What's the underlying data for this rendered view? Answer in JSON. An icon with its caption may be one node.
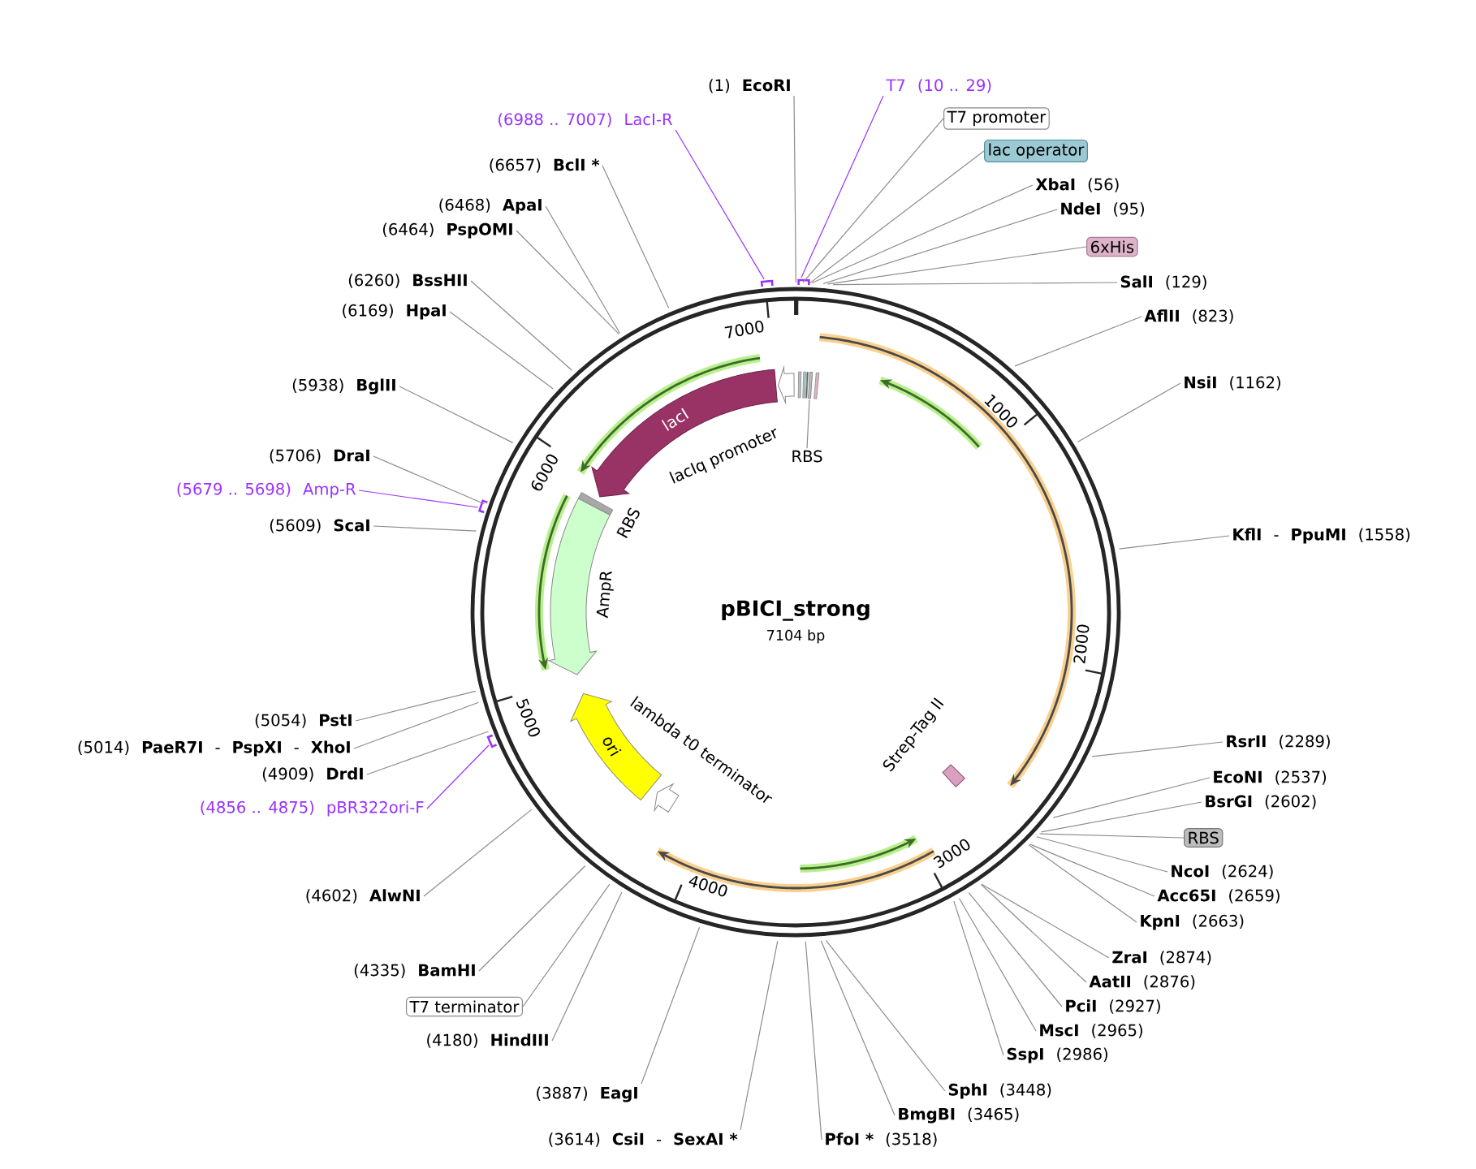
{
  "diagram": {
    "title": "pBICI_strong",
    "nodes": [
      {
        "text": [
          "(1)",
          "EcoRI"
        ]
      },
      {
        "text": [
          "T7",
          "(10 .. 29)"
        ]
      },
      {
        "text": [
          "T7 promoter"
        ]
      },
      {
        "text": [
          "lac operator"
        ]
      },
      {
        "text": [
          "XbaI",
          "(56)"
        ]
      },
      {
        "text": [
          "NdeI",
          "(95)"
        ]
      },
      {
        "text": [
          "6xHis"
        ]
      },
      {
        "text": [
          "SalI",
          "(129)"
        ]
      },
      {
        "text": [
          "AflII",
          "(823)"
        ]
      },
      {
        "text": [
          "NsiI",
          "(1162)"
        ]
      },
      {
        "text": [
          "KflI",
          "-",
          "PpuMI",
          "(1558)"
        ]
      },
      {
        "text": [
          "RsrII",
          "(2289)"
        ]
      },
      {
        "text": [
          "EcoNI",
          "(2537)"
        ]
      },
      {
        "text": [
          "BsrGI",
          "(2602)"
        ]
      },
      {
        "text": [
          "RBS"
        ]
      },
      {
        "text": [
          "NcoI",
          "(2624)"
        ]
      },
      {
        "text": [
          "Acc65I",
          "(2659)"
        ]
      },
      {
        "text": [
          "KpnI",
          "(2663)"
        ]
      },
      {
        "text": [
          "ZraI",
          "(2874)"
        ]
      },
      {
        "text": [
          "AatII",
          "(2876)"
        ]
      },
      {
        "text": [
          "PciI",
          "(2927)"
        ]
      },
      {
        "text": [
          "MscI",
          "(2965)"
        ]
      },
      {
        "text": [
          "SspI",
          "(2986)"
        ]
      },
      {
        "text": [
          "SphI",
          "(3448)"
        ]
      },
      {
        "text": [
          "BmgBI",
          "(3465)"
        ]
      },
      {
        "text": [
          "PfoI *",
          "(3518)"
        ]
      },
      {
        "text": [
          "(3614)",
          "CsiI",
          "-",
          "SexAI *"
        ]
      },
      {
        "text": [
          "(3887)",
          "EagI"
        ]
      },
      {
        "text": [
          "(4180)",
          "HindIII"
        ]
      },
      {
        "text": [
          "T7 terminator"
        ]
      },
      {
        "text": [
          "(4335)",
          "BamHI"
        ]
      },
      {
        "text": [
          "(4602)",
          "AlwNI"
        ]
      },
      {
        "text": [
          "(4856 .. 4875)",
          "pBR322ori-F"
        ]
      },
      {
        "text": [
          "(4909)",
          "DrdI"
        ]
      },
      {
        "text": [
          "(5014)",
          "PaeR7I",
          "-",
          "PspXI",
          "-",
          "XhoI"
        ]
      },
      {
        "text": [
          "(5054)",
          "PstI"
        ]
      },
      {
        "text": [
          "(5609)",
          "ScaI"
        ]
      },
      {
        "text": [
          "(5679 .. 5698)",
          "Amp-R"
        ]
      },
      {
        "text": [
          "(5706)",
          "DraI"
        ]
      },
      {
        "text": [
          "(5938)",
          "BglII"
        ]
      },
      {
        "text": [
          "(6169)",
          "HpaI"
        ]
      },
      {
        "text": [
          "(6260)",
          "BssHII"
        ]
      },
      {
        "text": [
          "(6464)",
          "PspOMI"
        ]
      },
      {
        "text": [
          "(6468)",
          "ApaI"
        ]
      },
      {
        "text": [
          "(6657)",
          "BclI *"
        ]
      },
      {
        "text": [
          "(6988 .. 7007)",
          "LacI-R"
        ]
      },
      {
        "text": [],
        "shape": "arrow"
      },
      {
        "text": [
          "RBS"
        ]
      },
      {
        "text": [
          "lacI"
        ]
      },
      {
        "text": [],
        "shape": "box",
        "beside": [
          "RBS"
        ]
      },
      {
        "text": [],
        "shape": "arrow",
        "beside": [
          "AmpR"
        ]
      },
      {
        "text": [
          "ori"
        ]
      },
      {
        "text": [],
        "shape": "arrow",
        "beside": [
          "lambda t0 terminator"
        ]
      },
      {
        "text": [],
        "shape": "box",
        "beside": [
          "Strep-Tag II"
        ]
      },
      {
        "text": [],
        "shape": "box"
      }
    ],
    "edges": [
      {
        "from": 0,
        "to": null,
        "arrow": "none"
      },
      {
        "from": 1,
        "to": null,
        "arrow": "none",
        "color": "#9933ff"
      },
      {
        "from": 2,
        "to": null,
        "arrow": "none"
      },
      {
        "from": 3,
        "to": null,
        "arrow": "none"
      },
      {
        "from": 4,
        "to": null,
        "arrow": "none"
      },
      {
        "from": 5,
        "to": null,
        "arrow": "none"
      },
      {
        "from": 6,
        "to": null,
        "arrow": "none"
      },
      {
        "from": 7,
        "to": null,
        "arrow": "none"
      },
      {
        "from": 8,
        "to": null,
        "arrow": "none"
      },
      {
        "from": 9,
        "to": null,
        "arrow": "none"
      },
      {
        "from": 10,
        "to": null,
        "arrow": "none"
      },
      {
        "from": 11,
        "to": null,
        "arrow": "none"
      },
      {
        "from": 12,
        "to": null,
        "arrow": "none"
      },
      {
        "from": 13,
        "to": null,
        "arrow": "none"
      },
      {
        "from": 14,
        "to": null,
        "arrow": "none"
      },
      {
        "from": 15,
        "to": null,
        "arrow": "none"
      },
      {
        "from": 16,
        "to": null,
        "arrow": "none"
      },
      {
        "from": 17,
        "to": null,
        "arrow": "none"
      },
      {
        "from": 18,
        "to": null,
        "arrow": "none"
      },
      {
        "from": 19,
        "to": null,
        "arrow": "none"
      },
      {
        "from": 20,
        "to": null,
        "arrow": "none"
      },
      {
        "from": 21,
        "to": null,
        "arrow": "none"
      },
      {
        "from": 22,
        "to": null,
        "arrow": "none"
      },
      {
        "from": 23,
        "to": null,
        "arrow": "none"
      },
      {
        "from": 24,
        "to": null,
        "arrow": "none"
      },
      {
        "from": 25,
        "to": null,
        "arrow": "none"
      },
      {
        "from": 26,
        "to": null,
        "arrow": "none"
      },
      {
        "from": 27,
        "to": null,
        "arrow": "none"
      },
      {
        "from": 28,
        "to": null,
        "arrow": "none"
      },
      {
        "from": 29,
        "to": null,
        "arrow": "none"
      },
      {
        "from": 30,
        "to": null,
        "arrow": "none"
      },
      {
        "from": 31,
        "to": null,
        "arrow": "none"
      },
      {
        "from": 32,
        "to": null,
        "arrow": "none",
        "color": "#9933ff"
      },
      {
        "from": 33,
        "to": null,
        "arrow": "none"
      },
      {
        "from": 34,
        "to": null,
        "arrow": "none"
      },
      {
        "from": 35,
        "to": null,
        "arrow": "none"
      },
      {
        "from": 36,
        "to": null,
        "arrow": "none"
      },
      {
        "from": 37,
        "to": null,
        "arrow": "none",
        "color": "#9933ff"
      },
      {
        "from": 38,
        "to": null,
        "arrow": "none"
      },
      {
        "from": 39,
        "to": null,
        "arrow": "none"
      },
      {
        "from": 40,
        "to": null,
        "arrow": "none"
      },
      {
        "from": 41,
        "to": null,
        "arrow": "none"
      },
      {
        "from": 42,
        "to": null,
        "arrow": "none"
      },
      {
        "from": 43,
        "to": null,
        "arrow": "none"
      },
      {
        "from": 44,
        "to": null,
        "arrow": "none"
      },
      {
        "from": 45,
        "to": null,
        "arrow": "none",
        "color": "#9933ff"
      },
      {
        "from": 47,
        "to": 54,
        "arrow": "none"
      }
    ],
    "labels": [
      "7104 bp",
      "1000",
      "2000",
      "3000",
      "4000",
      "5000",
      "6000",
      "7000",
      "lacIq promoter"
    ]
  }
}
